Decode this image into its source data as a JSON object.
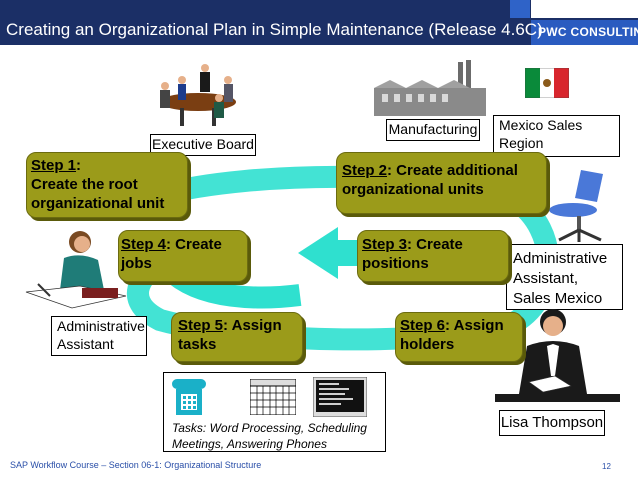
{
  "header": {
    "title": "Creating an Organizational Plan in Simple Maintenance (Release 4.6C)",
    "logo": "PWC CONSULTING",
    "colors": {
      "band": "#1b2f66",
      "logo_band": "#2a5bc0",
      "step_fill": "#9b9b1a",
      "cycle_arrow": "#2fe0cf"
    }
  },
  "labels": {
    "executive_board": "Executive Board",
    "manufacturing": "Manufacturing",
    "mexico_sales_1": "Mexico Sales",
    "mexico_sales_2": "Region",
    "admin_assistant_mx_1": "Administrative",
    "admin_assistant_mx_2": "Assistant,",
    "admin_assistant_mx_3": "Sales Mexico",
    "admin_assistant_1": "Administrative",
    "admin_assistant_2": "Assistant",
    "lisa": "Lisa Thompson"
  },
  "steps": {
    "s1_key": "Step 1",
    "s1_text": ":",
    "s1_line2": "Create the root",
    "s1_line3": "organizational unit",
    "s2_key": "Step 2",
    "s2_text": ": Create additional",
    "s2_line2": "organizational units",
    "s3_key": "Step 3",
    "s3_text": ": Create",
    "s3_line2": "positions",
    "s4_key": "Step 4",
    "s4_text": ": Create",
    "s4_line2": "jobs",
    "s5_key": "Step 5",
    "s5_text": ": Assign",
    "s5_line2": "tasks",
    "s6_key": "Step 6",
    "s6_text": ": Assign",
    "s6_line2": "holders"
  },
  "tasks": {
    "line1": "Tasks:  Word Processing, Scheduling",
    "line2": "Meetings, Answering Phones",
    "icons": [
      "telephone-icon",
      "calendar-icon",
      "computer-screen-icon"
    ]
  },
  "footer": {
    "course": "SAP Workflow Course – Section 06-1: Organizational Structure",
    "page": "12"
  }
}
